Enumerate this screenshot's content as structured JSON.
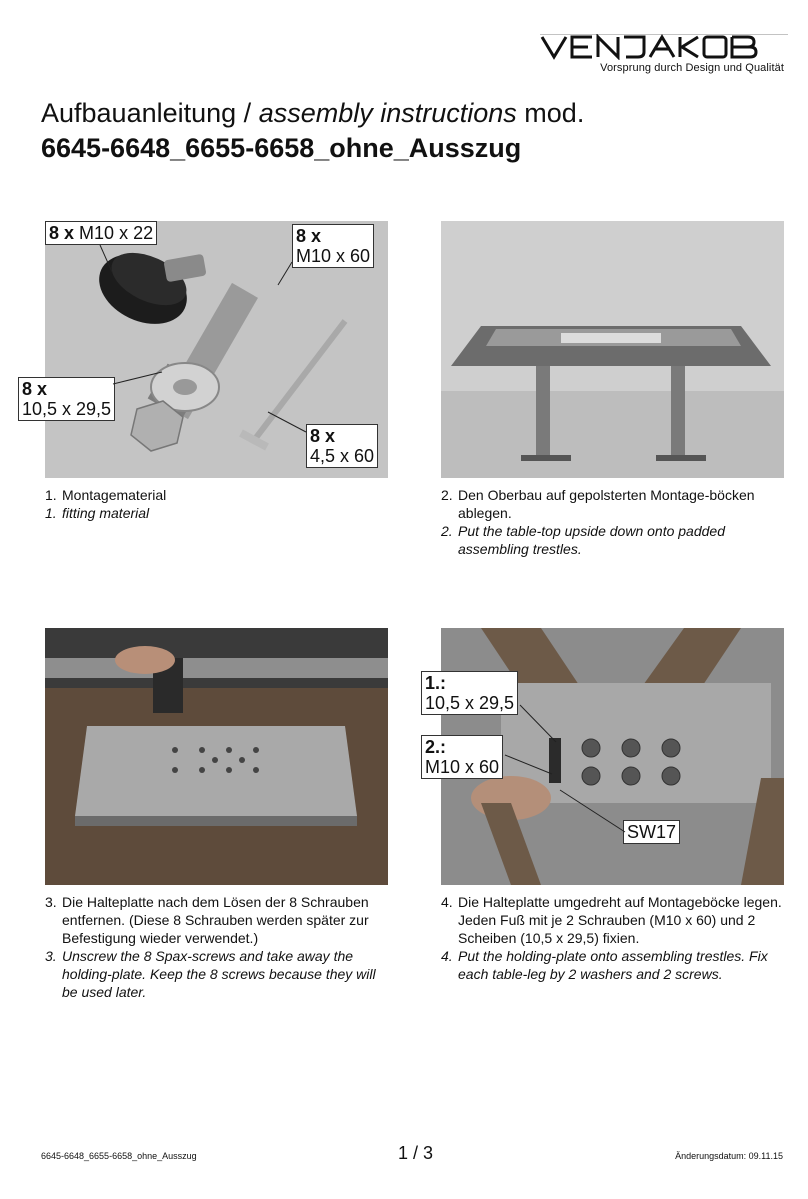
{
  "header": {
    "brand": "VENJAKOB",
    "tagline": "Vorsprung durch Design und Qualität"
  },
  "title": {
    "line1_prefix": "Aufbauanleitung / ",
    "line1_italic": "assembly instructions",
    "line1_suffix": " mod.",
    "line2": "6645-6648_6655-6658_ohne_Ausszug"
  },
  "steps": [
    {
      "num": "1.",
      "de": "Montagematerial",
      "en_num": "1.",
      "en": "fitting material",
      "callouts": [
        {
          "qty": "8 x",
          "size": "M10 x 22"
        },
        {
          "qty": "8 x",
          "size": "M10 x 60"
        },
        {
          "qty": "8 x",
          "size": "10,5 x 29,5"
        },
        {
          "qty": "8 x",
          "size": "4,5 x 60"
        }
      ]
    },
    {
      "num": "2.",
      "de": "Den Oberbau auf gepolsterten Montage-böcken ablegen.",
      "en_num": "2.",
      "en": "Put the table-top upside down onto padded assembling trestles."
    },
    {
      "num": "3.",
      "de": "Die Halteplatte nach dem Lösen der 8 Schrauben entfernen. (Diese 8 Schrauben werden später zur Befestigung wieder verwendet.)",
      "en_num": "3.",
      "en": "Unscrew the 8 Spax-screws and take away the holding-plate. Keep the 8 screws because they will be used later."
    },
    {
      "num": "4.",
      "de": "Die Halteplatte umgedreht auf Montageböcke legen. Jeden Fuß mit je 2 Schrauben (M10 x 60) und 2 Scheiben (10,5 x 29,5) fixien.",
      "en_num": "4.",
      "en": "Put the holding-plate onto assembling trestles. Fix each table-leg by 2 washers and 2 screws.",
      "callouts": [
        {
          "qty": "1.:",
          "size": "10,5 x 29,5"
        },
        {
          "qty": "2.:",
          "size": "M10 x 60"
        },
        {
          "qty": "",
          "size": "SW17"
        }
      ]
    }
  ],
  "footer": {
    "doc": "6645-6648_6655-6658_ohne_Ausszug",
    "page": "1 / 3",
    "changed": "Änderungsdatum: 09.11.15"
  }
}
